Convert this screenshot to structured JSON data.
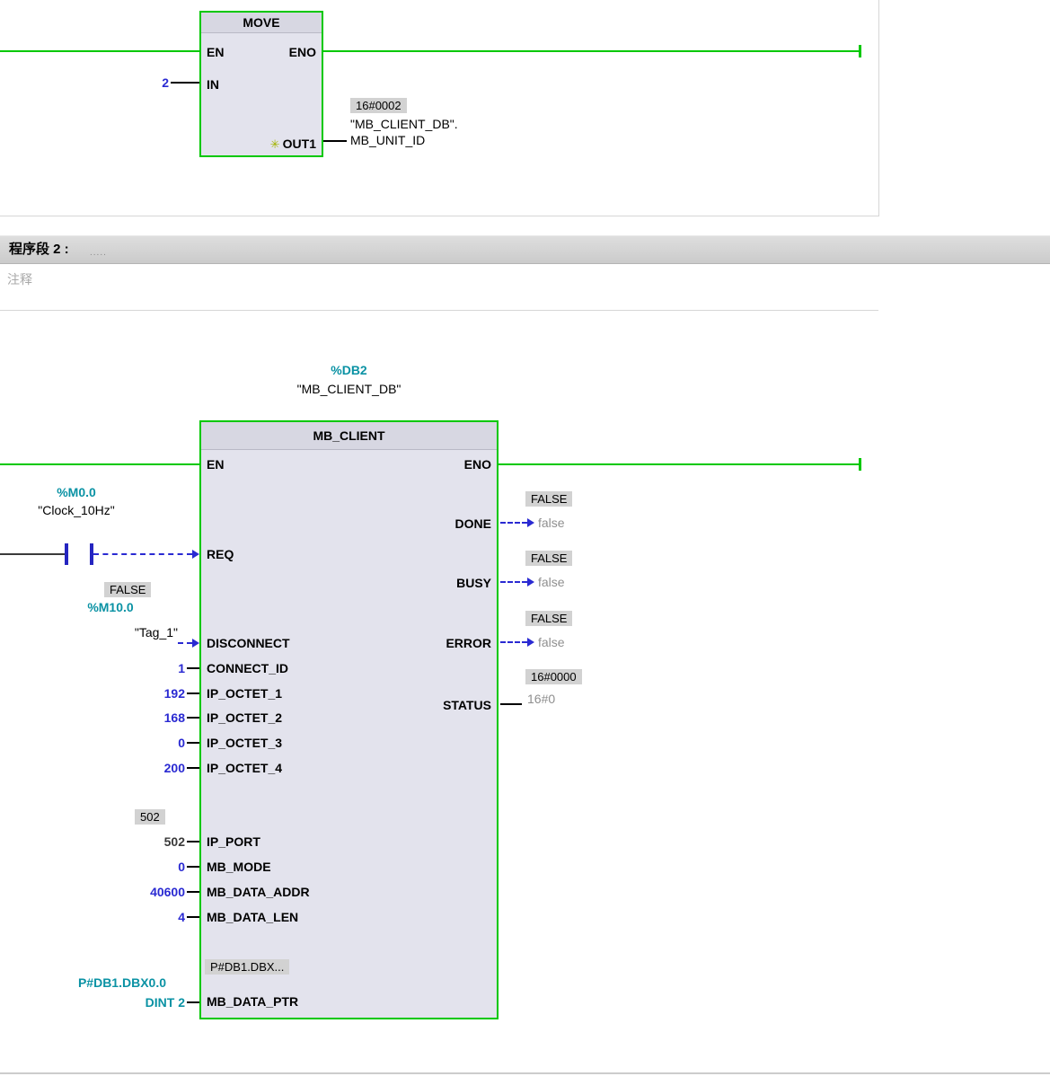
{
  "colors": {
    "wire_green": "#00c800",
    "operand_blue": "#2a2ad2",
    "operand_teal": "#0a92a4",
    "monitor_bg": "#d2d2d2",
    "gray_value": "#8f8f8f"
  },
  "network1": {
    "move": {
      "title": "MOVE",
      "pin_en": "EN",
      "pin_eno": "ENO",
      "pin_in": "IN",
      "pin_out1": "OUT1",
      "star_icon": "✳",
      "in_value": "2",
      "out_monitor": "16#0002",
      "out_ref_line1": "\"MB_CLIENT_DB\".",
      "out_ref_line2": "MB_UNIT_ID"
    }
  },
  "network2": {
    "header": {
      "title": "程序段 2 :",
      "dots": "....."
    },
    "comment": "注释",
    "block": {
      "db_address": "%DB2",
      "db_name": "\"MB_CLIENT_DB\"",
      "title": "MB_CLIENT",
      "pin_en": "EN",
      "pin_eno": "ENO",
      "pin_req": "REQ",
      "pin_disconnect": "DISCONNECT",
      "pin_connect_id": "CONNECT_ID",
      "pin_ip_octet_1": "IP_OCTET_1",
      "pin_ip_octet_2": "IP_OCTET_2",
      "pin_ip_octet_3": "IP_OCTET_3",
      "pin_ip_octet_4": "IP_OCTET_4",
      "pin_ip_port": "IP_PORT",
      "pin_mb_mode": "MB_MODE",
      "pin_mb_data_addr": "MB_DATA_ADDR",
      "pin_mb_data_len": "MB_DATA_LEN",
      "pin_mb_data_ptr": "MB_DATA_PTR",
      "ptr_monitor": "P#DB1.DBX...",
      "pin_done": "DONE",
      "pin_busy": "BUSY",
      "pin_error": "ERROR",
      "pin_status": "STATUS"
    },
    "operands": {
      "req_address": "%M0.0",
      "req_tag": "\"Clock_10Hz\"",
      "disconnect_monitor": "FALSE",
      "disconnect_address": "%M10.0",
      "disconnect_tag": "\"Tag_1\"",
      "connect_id_value": "1",
      "ip_octet_1_value": "192",
      "ip_octet_2_value": "168",
      "ip_octet_3_value": "0",
      "ip_octet_4_value": "200",
      "ip_port_monitor": "502",
      "ip_port_value": "502",
      "mb_mode_value": "0",
      "mb_data_addr_value": "40600",
      "mb_data_len_value": "4",
      "ptr_value_line1": "P#DB1.DBX0.0",
      "ptr_value_line2": "DINT 2"
    },
    "outputs": {
      "done_monitor": "FALSE",
      "done_value": "false",
      "busy_monitor": "FALSE",
      "busy_value": "false",
      "error_monitor": "FALSE",
      "error_value": "false",
      "status_monitor": "16#0000",
      "status_value": "16#0"
    }
  }
}
